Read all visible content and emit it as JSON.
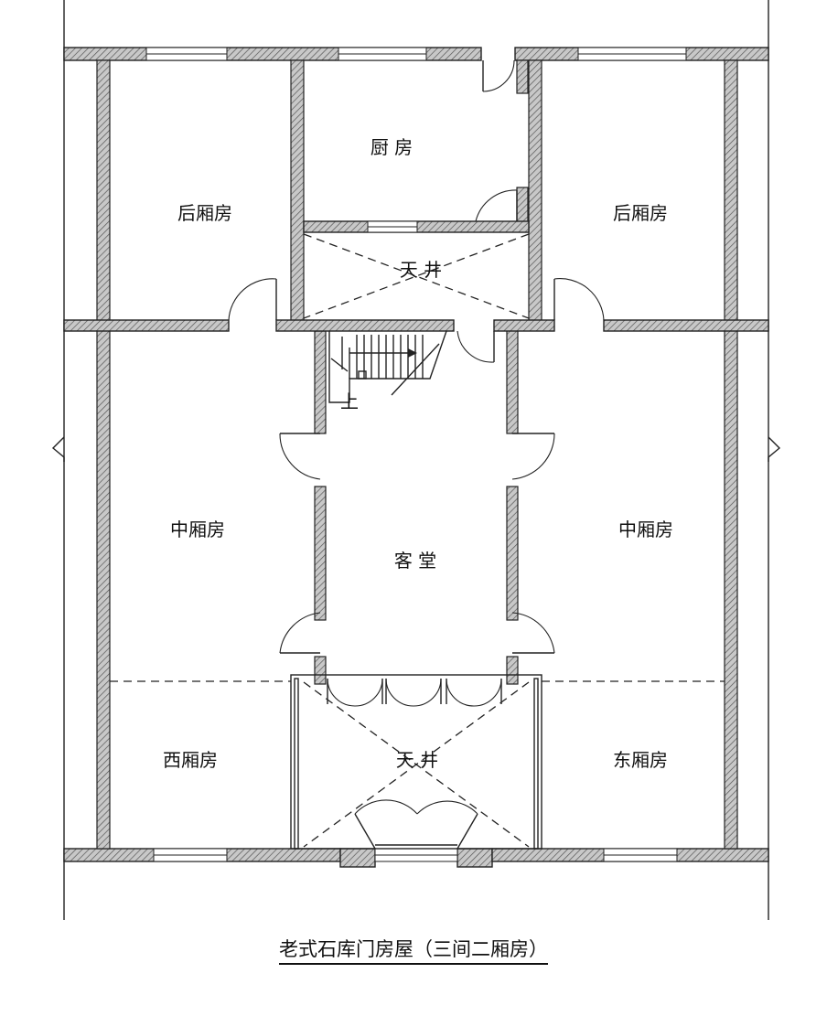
{
  "plan": {
    "rooms": {
      "kitchen": "厨 房",
      "back_wing_left": "后厢房",
      "back_wing_right": "后厢房",
      "courtyard_rear": "天 井",
      "middle_wing_left": "中厢房",
      "middle_wing_right": "中厢房",
      "living_hall": "客 堂",
      "west_wing": "西厢房",
      "east_wing": "东厢房",
      "courtyard_front": "天 井"
    },
    "stair_label": "上"
  },
  "title": "老式石库门房屋（三间二厢房）"
}
